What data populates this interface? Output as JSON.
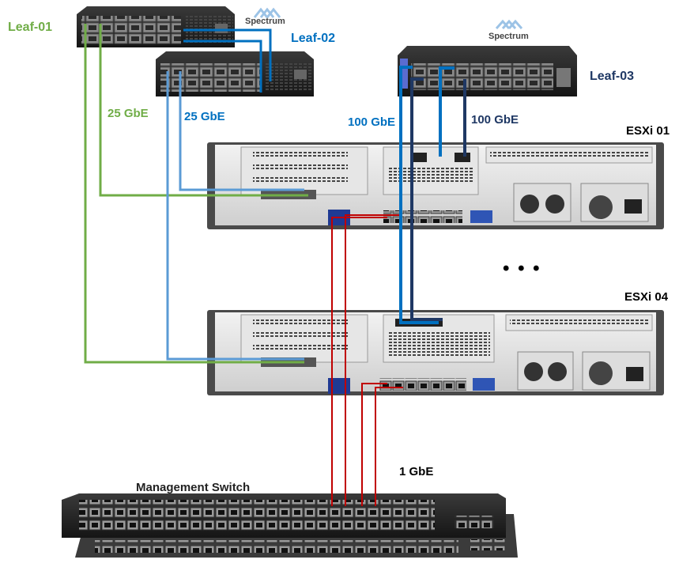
{
  "colors": {
    "leaf01": "#70ad47",
    "leaf02": "#0070c0",
    "leaf02_cable": "#5b9bd5",
    "leaf03": "#1f3864",
    "link_100g_light": "#0070c0",
    "link_100g_dark": "#1f3864",
    "mgmt": "#c00000"
  },
  "devices": {
    "leaf01": {
      "label": "Leaf-01"
    },
    "leaf02": {
      "label": "Leaf-02"
    },
    "leaf03": {
      "label": "Leaf-03"
    },
    "esxi01": {
      "label": "ESXi 01"
    },
    "esxi04": {
      "label": "ESXi 04"
    },
    "mgmt_switch": {
      "label": "Management Switch"
    },
    "logo_text": "Spectrum"
  },
  "links": {
    "leaf01_speed": "25 GbE",
    "leaf02_speed": "25 GbE",
    "leaf03_speed_a": "100 GbE",
    "leaf03_speed_b": "100 GbE",
    "mgmt_speed": "1 GbE"
  },
  "ellipsis": "• • •"
}
